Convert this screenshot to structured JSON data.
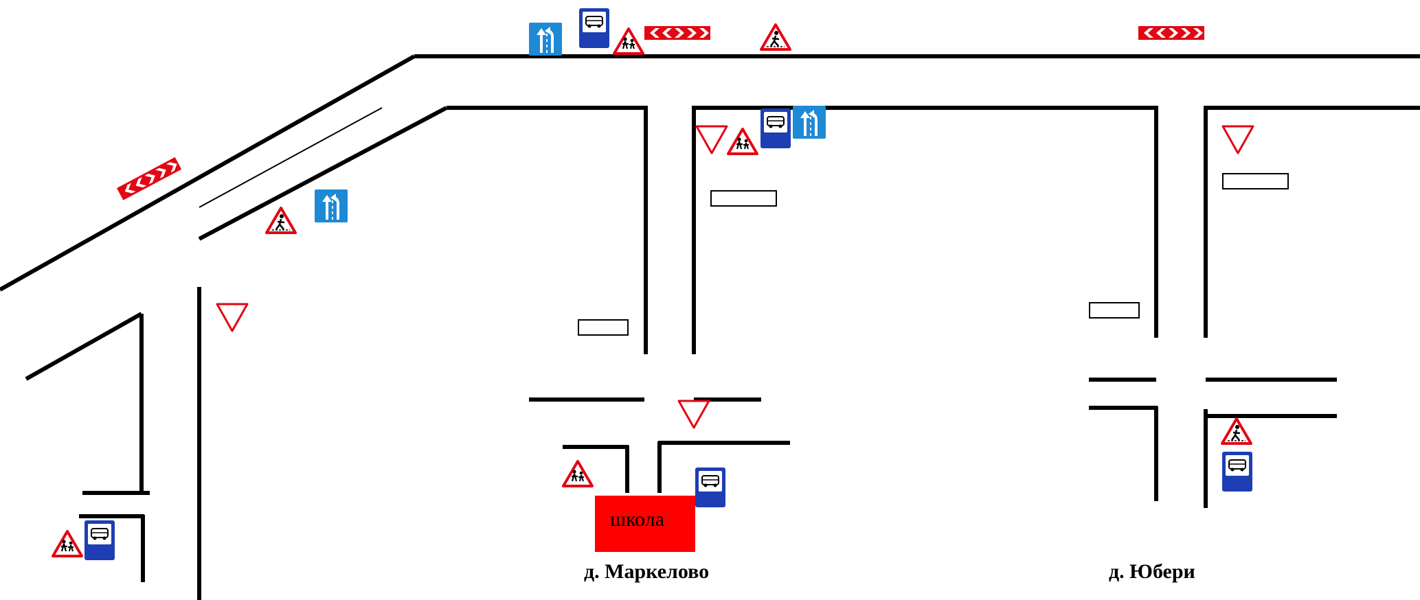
{
  "map": {
    "school_label": "школа",
    "village_left": "д. Маркелово",
    "village_right": "д. Юбери"
  },
  "colors": {
    "road": "#000000",
    "school": "#ff0000",
    "sign_red": "#e30613",
    "sign_blue_bus": "#1d3fb3",
    "sign_blue_lane": "#1e8ad6"
  },
  "signs": {
    "bus_stop": "bus-stop-icon",
    "lane_direction": "lane-direction-icon",
    "children": "children-warning-icon",
    "pedestrian": "pedestrian-crossing-icon",
    "yield": "yield-icon",
    "chevron": "chevron-turn-icon"
  }
}
